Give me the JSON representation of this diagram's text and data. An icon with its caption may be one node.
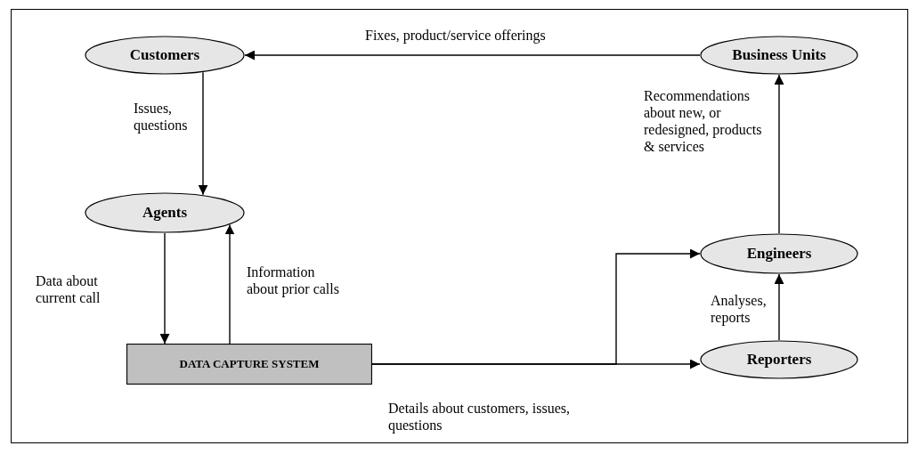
{
  "diagram": {
    "nodes": [
      {
        "text": [
          "Customers"
        ]
      },
      {
        "text": [
          "Business Units"
        ]
      },
      {
        "text": [
          "Agents"
        ]
      },
      {
        "text": [
          "Engineers"
        ]
      },
      {
        "text": [
          "DATA CAPTURE SYSTEM"
        ]
      },
      {
        "text": [
          "Reporters"
        ]
      }
    ],
    "edges": [
      {
        "from": 1,
        "to": 0,
        "arrow": "to",
        "label": "Fixes, product/service offerings"
      },
      {
        "from": 0,
        "to": 2,
        "arrow": "to",
        "label": "Issues, questions"
      },
      {
        "from": 2,
        "to": 4,
        "arrow": "to",
        "label": "Data about current call"
      },
      {
        "from": 4,
        "to": 2,
        "arrow": "to",
        "label": "Information about prior calls"
      },
      {
        "from": 4,
        "to": 3,
        "arrow": "to"
      },
      {
        "from": 4,
        "to": 5,
        "arrow": "to",
        "label": "Details about customers, issues, questions"
      },
      {
        "from": 5,
        "to": 3,
        "arrow": "to",
        "label": "Analyses, reports"
      },
      {
        "from": 3,
        "to": 1,
        "arrow": "to",
        "label": "Recommendations about new, or redesigned, products & services"
      }
    ]
  }
}
